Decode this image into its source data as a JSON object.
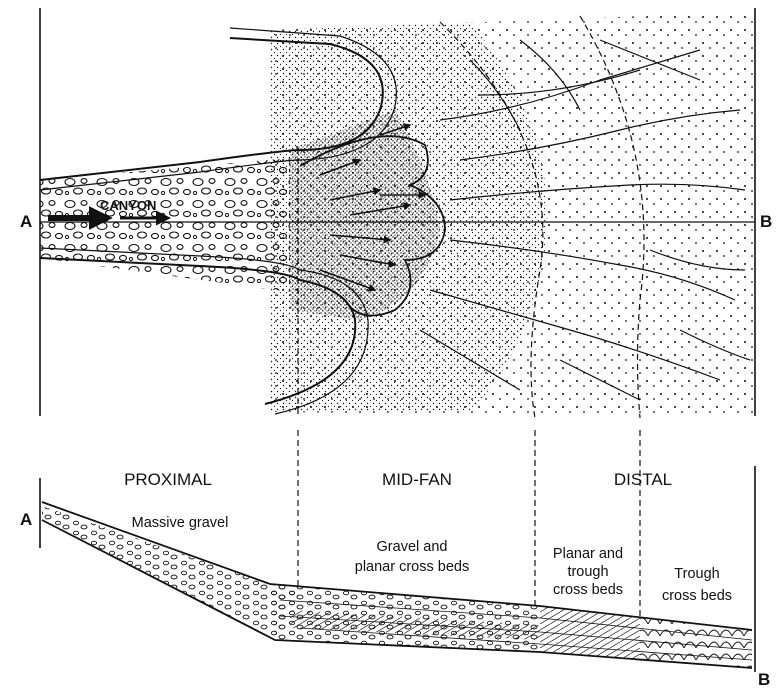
{
  "plan_view": {
    "label_a": "A",
    "label_b": "B",
    "canyon_label": "CANYON"
  },
  "cross_section": {
    "label_a": "A",
    "label_b": "B",
    "zones": [
      {
        "name": "PROXIMAL",
        "description_lines": [
          "Massive gravel"
        ]
      },
      {
        "name": "MID-FAN",
        "description_lines": [
          "Gravel and",
          "planar cross beds"
        ]
      },
      {
        "name": "DISTAL",
        "description_lines": []
      }
    ],
    "sub_zones": [
      {
        "description_lines": [
          "Planar and",
          "trough",
          "cross beds"
        ]
      },
      {
        "description_lines": [
          "Trough",
          "cross beds"
        ]
      }
    ]
  },
  "colors": {
    "ink": "#111111",
    "paper": "#ffffff"
  }
}
